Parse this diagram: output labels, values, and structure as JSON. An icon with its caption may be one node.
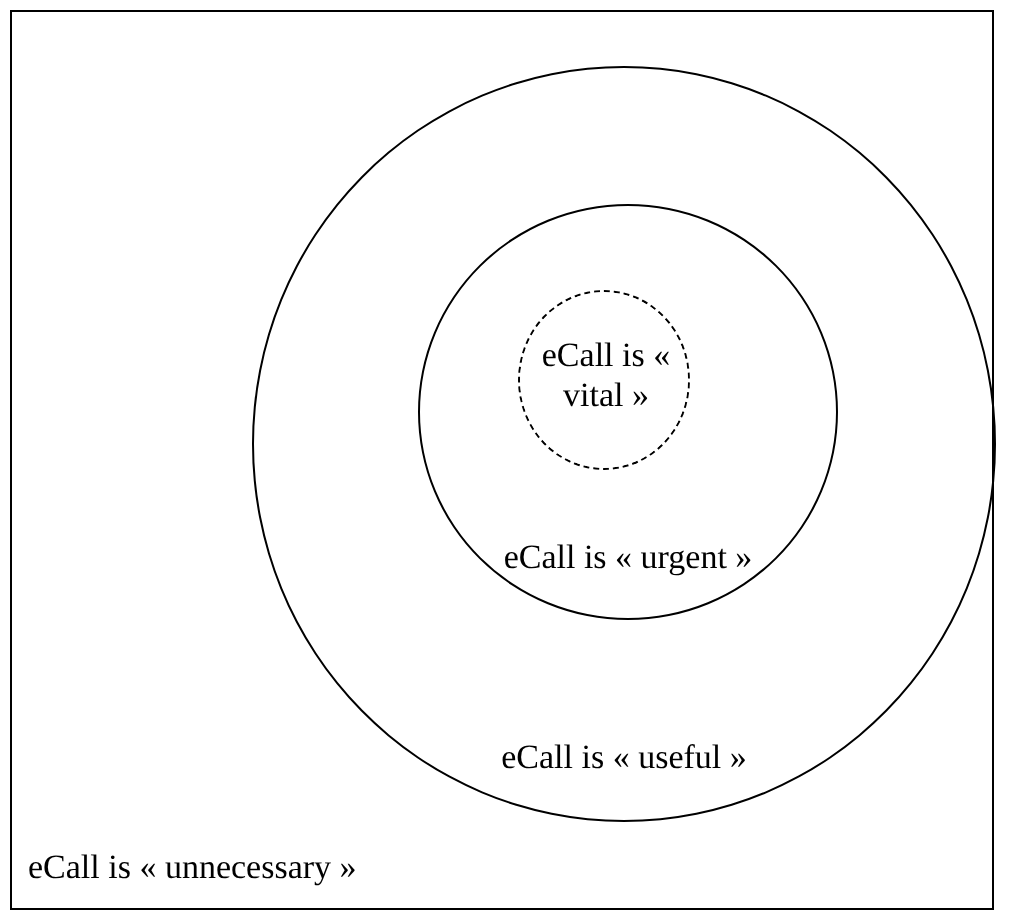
{
  "diagram": {
    "nodes": [
      {
        "text": [
          "eCall is « unnecessary »"
        ]
      },
      {
        "text": [
          "eCall is « useful »"
        ],
        "in": 0
      },
      {
        "text": [
          "eCall is « urgent »"
        ],
        "in": 1
      },
      {
        "text": [
          "eCall is « vital »"
        ],
        "in": 2
      }
    ]
  }
}
